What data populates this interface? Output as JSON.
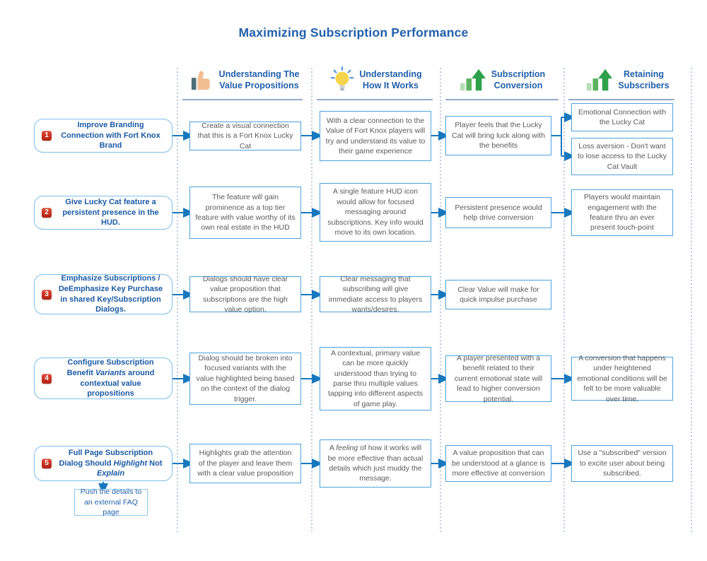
{
  "title": "Maximizing Subscription Performance",
  "colors": {
    "heading_blue": "#2160ab",
    "row_label_blue": "#1b5aa5",
    "arrow_blue": "#1878be",
    "box_border_blue": "#4da2dc",
    "rounded_border_blue": "#7cc0e8",
    "body_text_gray": "#5a5a5a",
    "badge_red": "#c0281c",
    "icon_green": "#2fa14b",
    "icon_yellow": "#f6d44b"
  },
  "columns": [
    {
      "icon": "thumbs-up",
      "label_line1": "Understanding The",
      "label_line2": "Value Propositions"
    },
    {
      "icon": "lightbulb",
      "label_line1": "Understanding",
      "label_line2": "How It Works"
    },
    {
      "icon": "growth-chart",
      "label_line1": "Subscription",
      "label_line2": "Conversion"
    },
    {
      "icon": "growth-chart",
      "label_line1": "Retaining",
      "label_line2": "Subscribers"
    }
  ],
  "rows": [
    {
      "number": "1",
      "header": "Improve Branding Connection with Fort Knox Brand",
      "value_props": "Create a visual connection that this is a Fort Knox Lucky Cat",
      "how_it_works": "With a clear connection to the Value of Fort Knox players will try and understand its value to their game experience",
      "conversion": "Player feels that the Lucky Cat will bring luck along with the benefits",
      "retention": "Emotional Connection with the Lucky Cat",
      "retention_b": "Loss aversion - Don't want to lose access to the Lucky Cat Vault"
    },
    {
      "number": "2",
      "header": "Give Lucky Cat feature a persistent presence in the HUD.",
      "value_props": "The feature will gain prominence as a top tier feature with value worthy of its own real estate in the HUD",
      "how_it_works": "A single feature HUD icon would allow for focused messaging around subscriptions. Key info would move to its own location.",
      "conversion": "Persistent presence would help drive conversion",
      "retention": "Players would maintain engagement with the feature thru an ever present touch-point"
    },
    {
      "number": "3",
      "header": "Emphasize Subscriptions / DeEmphasize Key Purchase in shared Key/Subscription Dialogs.",
      "value_props": "Dialogs should have clear value proposition that subscriptions are the high value option.",
      "how_it_works": "Clear messaging that subscribing will give immediate access to players wants/desires.",
      "conversion": "Clear Value will make for quick impulse purchase"
    },
    {
      "number": "4",
      "header_parts": [
        "Configure Subscription Benefit ",
        "Variants",
        " around contextual value propositions"
      ],
      "value_props": "Dialog should be broken into focused variants with the value highlighted being based on the context of the dialog trigger.",
      "how_it_works": "A contextual, primary value can be more quickly understood than trying to parse thru multiple values tapping into different aspects of game play.",
      "conversion": "A player presented with a benefit related to their current emotional state will lead to higher conversion potential.",
      "retention": "A conversion that happens under heightened emotional conditions will be felt to be more valuable over time."
    },
    {
      "number": "5",
      "header_parts": [
        "Full Page Subscription Dialog Should ",
        "Highlight",
        " Not ",
        "Explain"
      ],
      "value_props": "Highlights grab the attention of the player and leave them with a clear value proposition",
      "how_it_works_parts": [
        "A ",
        "feeling",
        " of how it works will be more effective than actual details which just muddy the message."
      ],
      "conversion": "A value proposition that can be understood at a glance is more effective at conversion",
      "retention": "Use a \"subscribed\" version to excite user about being subscribed.",
      "faq_note": "Push the details to an external FAQ page"
    }
  ]
}
